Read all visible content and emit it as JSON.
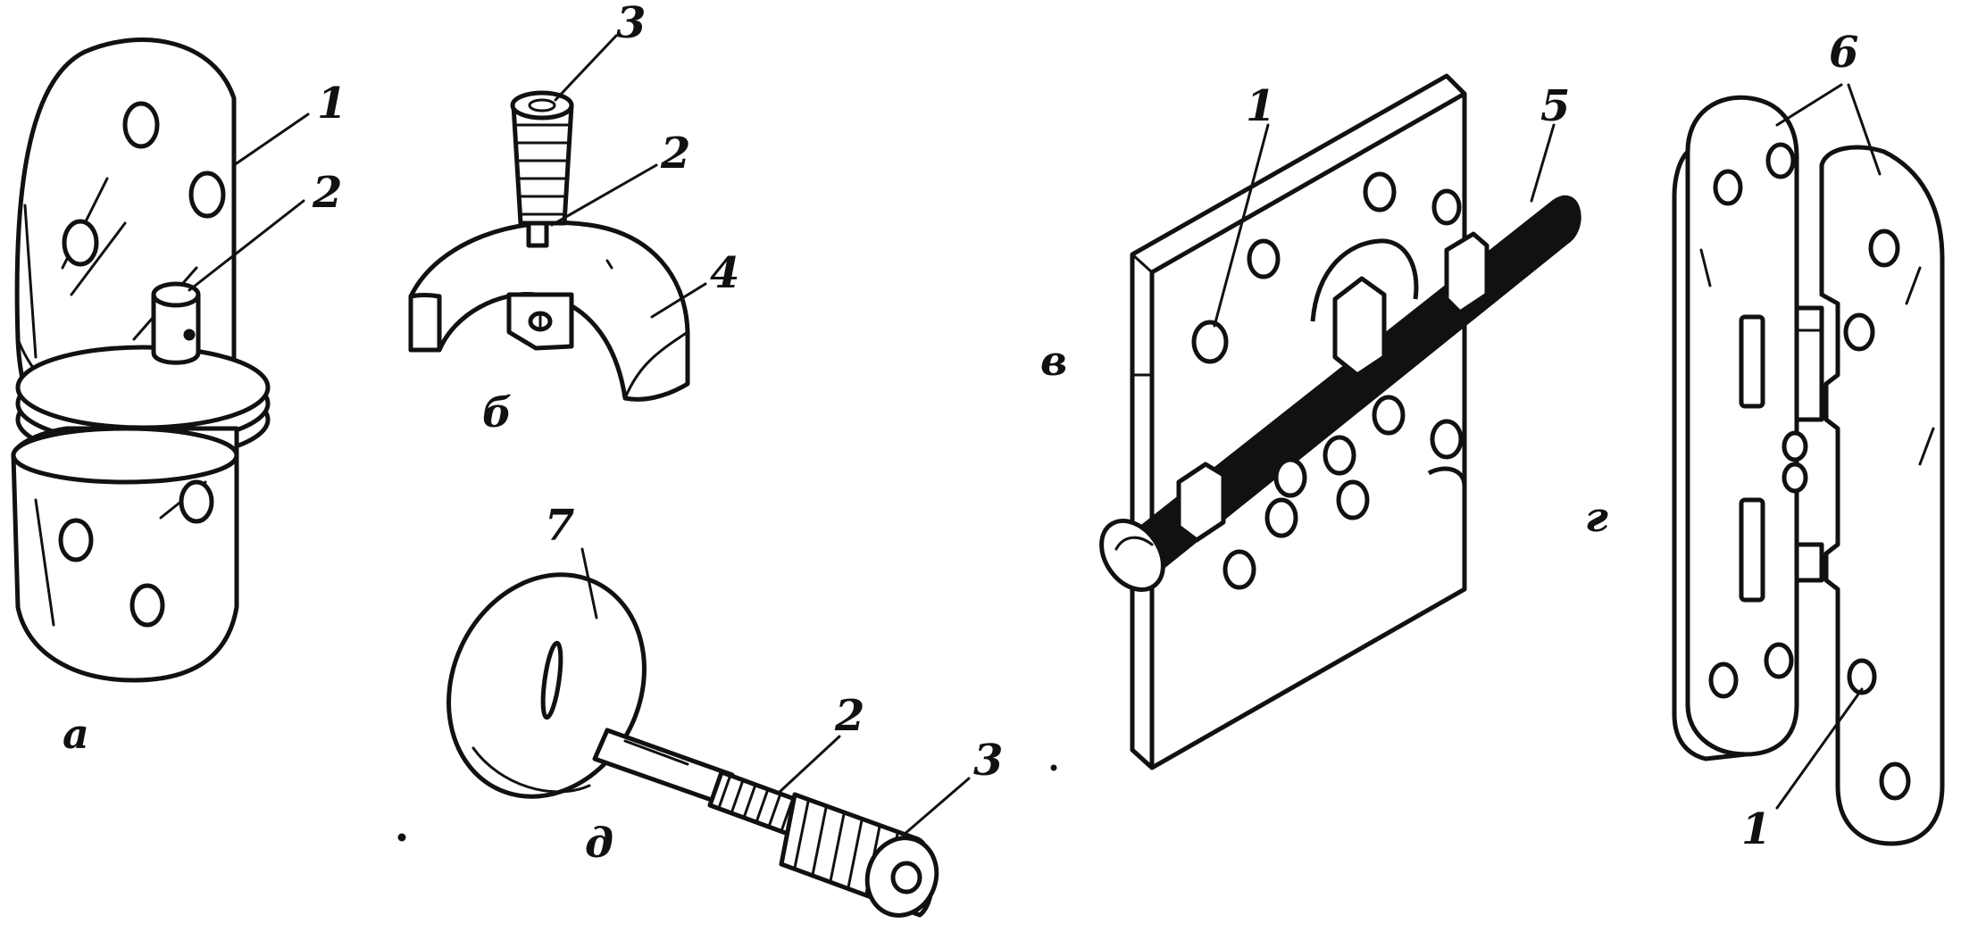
{
  "figure": {
    "panel_letters": {
      "a": "а",
      "b": "б",
      "v": "в",
      "g": "г",
      "d": "д"
    },
    "part_numbers": {
      "a_1": "1",
      "a_2": "2",
      "b_3": "3",
      "b_2": "2",
      "b_4": "4",
      "v_1": "1",
      "v_5": "5",
      "g_6": "6",
      "g_1": "1",
      "d_7": "7",
      "d_2": "2",
      "d_3": "3"
    }
  }
}
